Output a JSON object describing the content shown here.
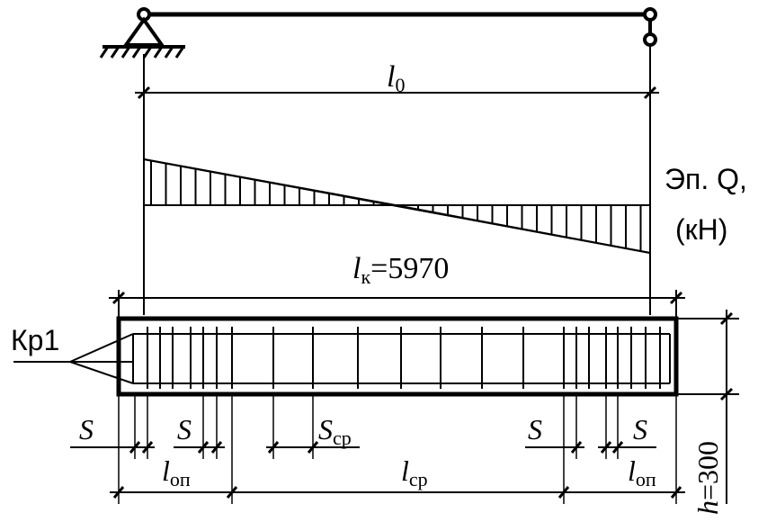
{
  "labels": {
    "span_symbol": "l",
    "span_sub": "0",
    "shear_diagram_line1": "Эп. Q,",
    "shear_diagram_line2": "(кН)",
    "frame_length_symbol": "l",
    "frame_length_sub": "к",
    "frame_length_value": "=5970",
    "frame_mark": "Кр1",
    "spacing_symbol": "S",
    "spacing_mid_sub": "ср",
    "zone_symbol": "l",
    "support_zone_sub": "оп",
    "mid_zone_sub": "ср",
    "height_symbol": "h",
    "height_value": "=300"
  }
}
